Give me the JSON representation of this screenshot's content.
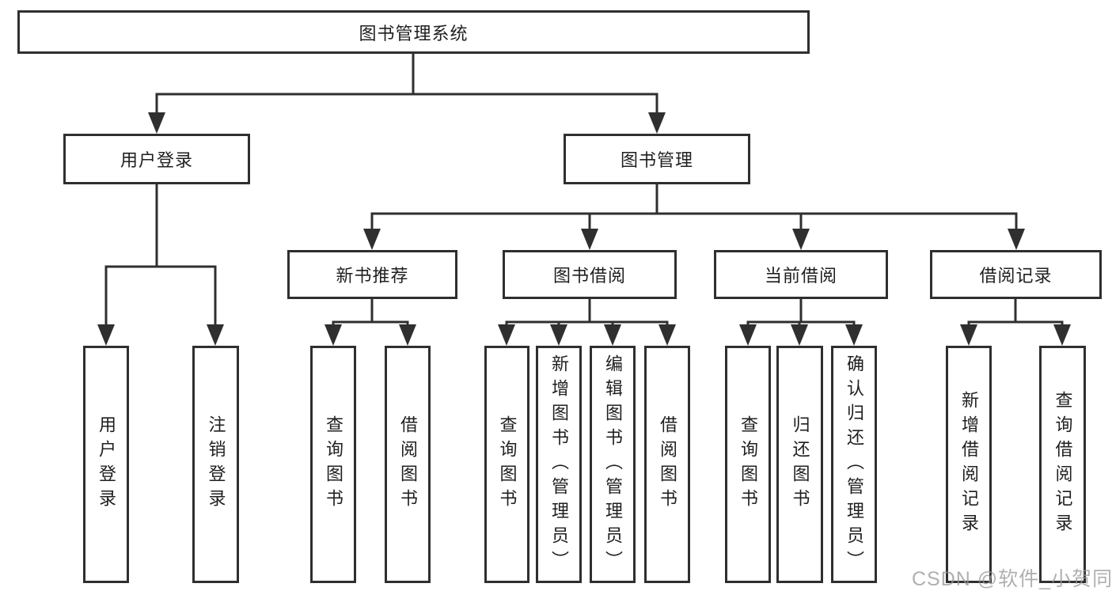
{
  "diagram": {
    "root": {
      "label": "图书管理系统"
    },
    "user_branch": {
      "label": "用户登录",
      "children": [
        {
          "label": "用户登录"
        },
        {
          "label": "注销登录"
        }
      ]
    },
    "book_branch": {
      "label": "图书管理",
      "children": [
        {
          "label": "新书推荐",
          "children": [
            {
              "label": "查询图书"
            },
            {
              "label": "借阅图书"
            }
          ]
        },
        {
          "label": "图书借阅",
          "children": [
            {
              "label": "查询图书"
            },
            {
              "label": "新增图书（管理员）"
            },
            {
              "label": "编辑图书（管理员）"
            },
            {
              "label": "借阅图书"
            }
          ]
        },
        {
          "label": "当前借阅",
          "children": [
            {
              "label": "查询图书"
            },
            {
              "label": "归还图书"
            },
            {
              "label": "确认归还（管理员）"
            }
          ]
        },
        {
          "label": "借阅记录",
          "children": [
            {
              "label": "新增借阅记录"
            },
            {
              "label": "查询借阅记录"
            }
          ]
        }
      ]
    }
  },
  "watermark": {
    "text": "CSDN @软件_小贺同学"
  },
  "colors": {
    "line": "#2f2f2f",
    "box_border": "#2f2f2f",
    "box_background": "#ffffff",
    "text": "#1f1f1f",
    "watermark": "#969696",
    "page_background": "#ffffff"
  }
}
